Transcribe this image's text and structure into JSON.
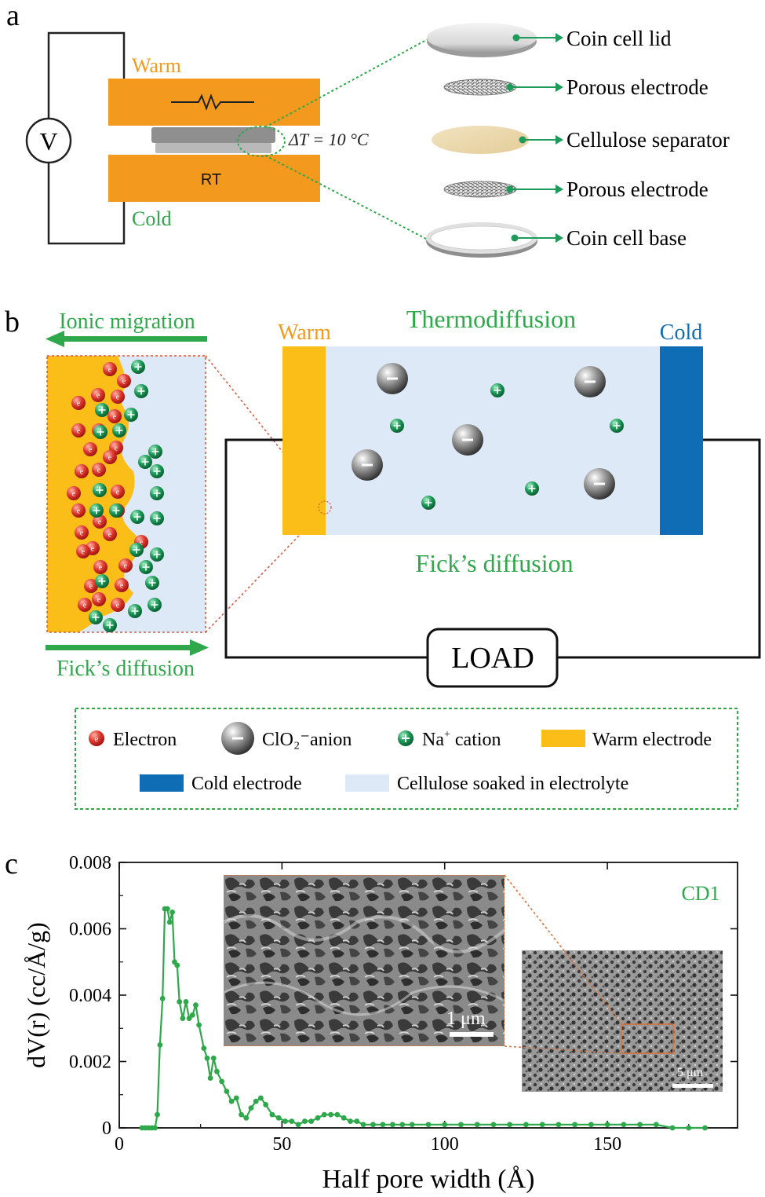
{
  "colors": {
    "orange": "#f39a1e",
    "warm_yellow": "#fbbd18",
    "cold_blue": "#0f6db5",
    "cellulose": "#dde9f6",
    "green": "#2ea84a",
    "electron_red": "#e02a2a",
    "anion_gray": "#555555",
    "sem_border": "#d9733a"
  },
  "panel_a": {
    "label": "a",
    "voltmeter": "V",
    "warm": "Warm",
    "cold": "Cold",
    "rt": "RT",
    "delta_t": "ΔT = 10 °C",
    "layers": [
      "Coin cell lid",
      "Porous electrode",
      "Cellulose separator",
      "Porous electrode",
      "Coin cell base"
    ]
  },
  "panel_b": {
    "label": "b",
    "ionic_migration": "Ionic migration",
    "ficks_left": "Fick’s diffusion",
    "thermodiffusion": "Thermodiffusion",
    "ficks_center": "Fick’s diffusion",
    "warm": "Warm",
    "cold": "Cold",
    "load": "LOAD",
    "electron_symbol": "e",
    "legend": {
      "electron": "Electron",
      "anion": "ClO₂⁻anion",
      "cation_na": "Na",
      "cation_sup": "+",
      "cation_word": " cation",
      "warm_electrode": "Warm electrode",
      "cold_electrode": "Cold electrode",
      "cellulose": "Cellulose soaked in electrolyte"
    }
  },
  "panel_c": {
    "label": "c",
    "series_label": "CD1",
    "sem_scale_inset": "1 μm",
    "sem_scale_overview": "5 μm"
  },
  "chart_data": {
    "type": "line",
    "xlabel": "Half pore width (Å)",
    "ylabel": "dV(r) (cc/Å/g)",
    "xlim": [
      0,
      190
    ],
    "ylim": [
      0,
      0.008
    ],
    "xticks": [
      0,
      50,
      100,
      150
    ],
    "yticks": [
      0,
      0.002,
      0.004,
      0.006,
      0.008
    ],
    "ytick_labels": [
      "0",
      "0.002",
      "0.004",
      "0.006",
      "0.008"
    ],
    "series": [
      {
        "name": "CD1",
        "color": "#2ea84a",
        "x": [
          7,
          8,
          9,
          10,
          11,
          11.7,
          12.5,
          13.3,
          14,
          14.8,
          15.5,
          16.3,
          17,
          17.8,
          18.5,
          19.5,
          20.5,
          21.5,
          22.5,
          23.5,
          24.5,
          26,
          27,
          28,
          29,
          30,
          31.5,
          33,
          34.5,
          36,
          37.5,
          39,
          40.5,
          42,
          43.5,
          45,
          47,
          49,
          51,
          53,
          55,
          57,
          59,
          61,
          63,
          65,
          67,
          69,
          71,
          73,
          75,
          78,
          81,
          84,
          87,
          90,
          95,
          100,
          105,
          110,
          115,
          120,
          125,
          130,
          135,
          140,
          145,
          150,
          155,
          160,
          165,
          170,
          175,
          180
        ],
        "y": [
          0.0,
          0.0,
          0.0,
          0.0,
          0.0,
          0.0004,
          0.0025,
          0.0039,
          0.0066,
          0.0066,
          0.0062,
          0.0065,
          0.005,
          0.0049,
          0.0038,
          0.0033,
          0.0038,
          0.0033,
          0.0034,
          0.0037,
          0.0031,
          0.0024,
          0.0021,
          0.0015,
          0.0021,
          0.0017,
          0.0014,
          0.0011,
          0.0008,
          0.0009,
          0.0004,
          0.0003,
          0.0006,
          0.0008,
          0.0009,
          0.0007,
          0.0004,
          0.0003,
          0.0002,
          0.0002,
          0.0001,
          0.0002,
          0.0002,
          0.0003,
          0.0004,
          0.0004,
          0.0004,
          0.0003,
          0.0002,
          0.0002,
          0.0001,
          0.0001,
          0.0001,
          0.0001,
          0.0001,
          0.0001,
          0.0001,
          0.0001,
          0.0001,
          0.0001,
          0.0001,
          0.0001,
          0.0001,
          0.0001,
          0.0001,
          0.0001,
          0.0001,
          0.0001,
          0.0001,
          0.0001,
          0.0001,
          0.0,
          0.0,
          0.0
        ]
      }
    ]
  }
}
